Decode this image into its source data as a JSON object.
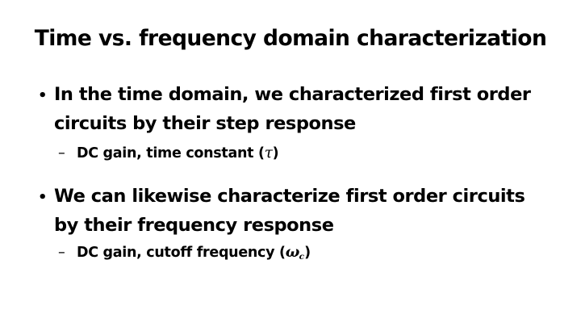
{
  "slide": {
    "title": "Time vs. frequency domain characterization",
    "background_color": "#ffffff",
    "text_color": "#000000",
    "bullets": [
      {
        "level": 1,
        "marker": "•",
        "text": "In the time domain, we characterized first order circuits by their step response"
      },
      {
        "level": 2,
        "marker": "–",
        "text_before_symbol": "DC gain, time constant (",
        "symbol": "τ",
        "symbol_subscript": "",
        "text_after_symbol": ")",
        "full_text": "DC gain, time constant (τ)"
      },
      {
        "level": 1,
        "marker": "•",
        "text": "We can likewise characterize first order circuits by their frequency response"
      },
      {
        "level": 2,
        "marker": "–",
        "text_before_symbol": "DC gain, cutoff frequency (",
        "symbol": "ω",
        "symbol_subscript": "c",
        "text_after_symbol": ")",
        "full_text": "DC gain, cutoff frequency (ωc)"
      }
    ]
  }
}
